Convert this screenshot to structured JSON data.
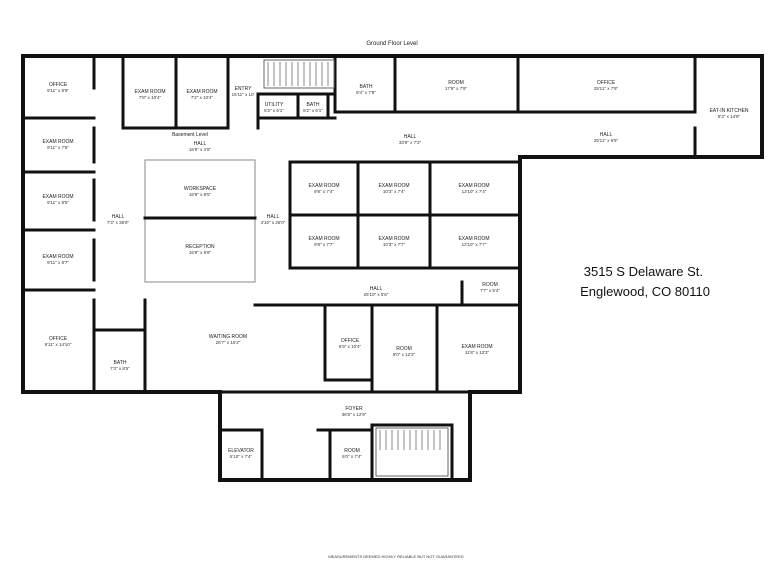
{
  "floor_title": "Ground Floor Level",
  "sub_level_label": "Basement Level",
  "address": {
    "line1": "3515 S Delaware St.",
    "line2": "Englewood, CO  80110"
  },
  "disclaimer": "MEASUREMENTS DEEMED HIGHLY RELIABLE BUT NOT GUARANTEED",
  "rooms": [
    {
      "id": "office-nw",
      "name": "OFFICE",
      "dims": "9'11\" x 8'9\""
    },
    {
      "id": "exam-room-1",
      "name": "EXAM ROOM",
      "dims": "7'8\" x 10'4\""
    },
    {
      "id": "exam-room-2",
      "name": "EXAM ROOM",
      "dims": "7'2\" x 10'4\""
    },
    {
      "id": "entry",
      "name": "ENTRY",
      "dims": "15'11\" x 10'"
    },
    {
      "id": "utility",
      "name": "UTILITY",
      "dims": "5'2\" x 6'1\""
    },
    {
      "id": "bath-small",
      "name": "BATH",
      "dims": "6'2\" x 6'1\""
    },
    {
      "id": "bath-north",
      "name": "BATH",
      "dims": "8'4\" x 7'9\""
    },
    {
      "id": "room-north",
      "name": "ROOM",
      "dims": "17'9\" x 7'9\""
    },
    {
      "id": "office-north",
      "name": "OFFICE",
      "dims": "25'11\" x 7'9\""
    },
    {
      "id": "eat-in-kitchen",
      "name": "EAT-IN KITCHEN",
      "dims": "9'3\" x 14'9\""
    },
    {
      "id": "hall-upper",
      "name": "HALL",
      "dims": "16'9\" x 4'8\""
    },
    {
      "id": "hall-main",
      "name": "HALL",
      "dims": "33'9\" x 7'2\""
    },
    {
      "id": "hall-ne",
      "name": "HALL",
      "dims": "25'11\" x 6'9\""
    },
    {
      "id": "exam-w1",
      "name": "EXAM ROOM",
      "dims": "9'11\" x 7'5\""
    },
    {
      "id": "exam-w2",
      "name": "EXAM ROOM",
      "dims": "9'11\" x 8'5\""
    },
    {
      "id": "exam-w3",
      "name": "EXAM ROOM",
      "dims": "9'11\" x 8'7\""
    },
    {
      "id": "hall-west",
      "name": "HALL",
      "dims": "7'3\" x 35'9\""
    },
    {
      "id": "workspace",
      "name": "WORKSPACE",
      "dims": "16'9\" x 8'5\""
    },
    {
      "id": "reception",
      "name": "RECEPTION",
      "dims": "16'9\" x 8'8\""
    },
    {
      "id": "hall-center",
      "name": "HALL",
      "dims": "4'10\" x 26'0\""
    },
    {
      "id": "exam-c1",
      "name": "EXAM ROOM",
      "dims": "9'8\" x 7'4\""
    },
    {
      "id": "exam-c2",
      "name": "EXAM ROOM",
      "dims": "10'3\" x 7'4\""
    },
    {
      "id": "exam-c3",
      "name": "EXAM ROOM",
      "dims": "12'10\" x 7'4\""
    },
    {
      "id": "exam-c4",
      "name": "EXAM ROOM",
      "dims": "9'8\" x 7'7\""
    },
    {
      "id": "exam-c5",
      "name": "EXAM ROOM",
      "dims": "10'3\" x 7'7\""
    },
    {
      "id": "exam-c6",
      "name": "EXAM ROOM",
      "dims": "12'10\" x 7'7\""
    },
    {
      "id": "hall-south",
      "name": "HALL",
      "dims": "25'10\" x 5'6\""
    },
    {
      "id": "room-small",
      "name": "ROOM",
      "dims": "7'7\" x 5'4\""
    },
    {
      "id": "office-sw",
      "name": "OFFICE",
      "dims": "9'11\" x 14'10\""
    },
    {
      "id": "bath-sw",
      "name": "BATH",
      "dims": "7'3\" x 8'5\""
    },
    {
      "id": "waiting-room",
      "name": "WAITING ROOM",
      "dims": "26'7\" x 16'2\""
    },
    {
      "id": "office-s",
      "name": "OFFICE",
      "dims": "6'9\" x 10'4\""
    },
    {
      "id": "room-s",
      "name": "ROOM",
      "dims": "9'0\" x 12'3\""
    },
    {
      "id": "exam-se",
      "name": "EXAM ROOM",
      "dims": "11'8\" x 12'3\""
    },
    {
      "id": "foyer",
      "name": "FOYER",
      "dims": "36'8\" x 12'9\""
    },
    {
      "id": "elevator",
      "name": "ELEVATOR",
      "dims": "5'10\" x 7'4\""
    },
    {
      "id": "room-foyer",
      "name": "ROOM",
      "dims": "6'0\" x 7'4\""
    }
  ]
}
